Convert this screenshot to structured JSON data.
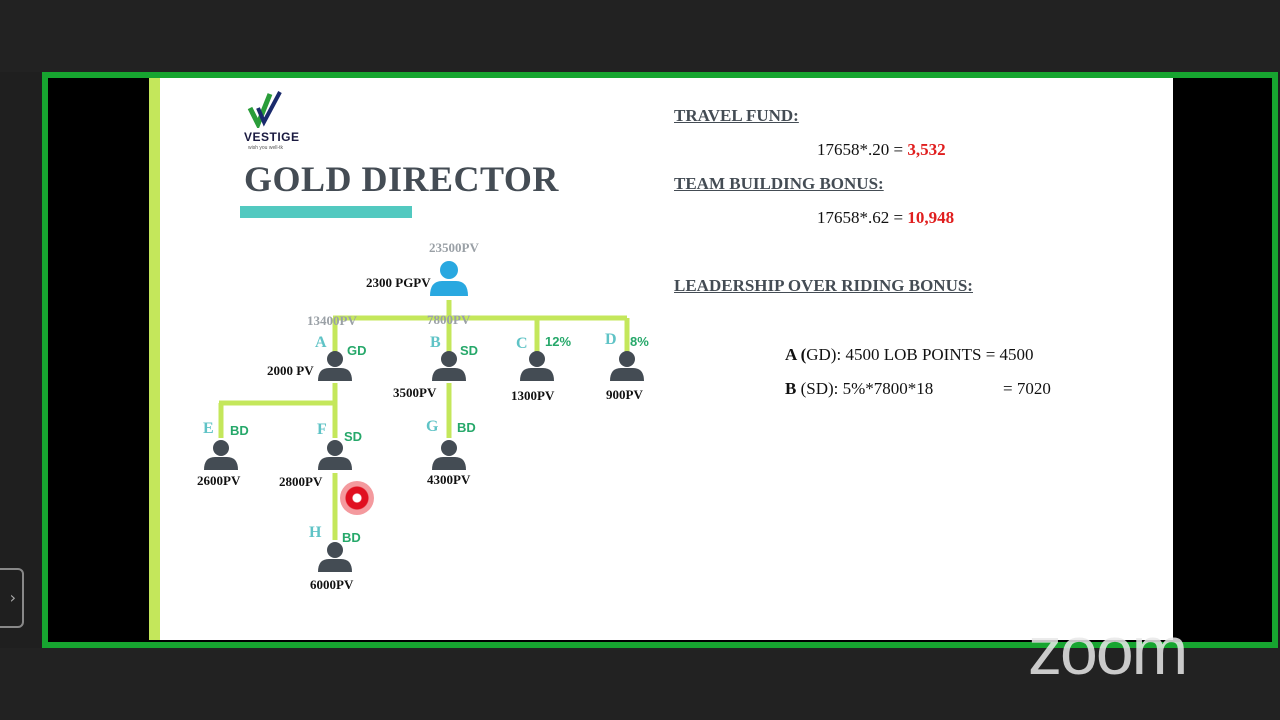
{
  "slide": {
    "logo_text": "VESTIGE",
    "logo_tagline": "wish you well-tk",
    "title": "GOLD DIRECTOR"
  },
  "tree": {
    "root": {
      "group_pv": "23500PV",
      "pgpv": "2300 PGPV"
    },
    "a": {
      "letter": "A",
      "rank": "GD",
      "pv": "2000 PV",
      "group_pv": "13400PV"
    },
    "b": {
      "letter": "B",
      "rank": "SD",
      "pv": "3500PV",
      "group_pv": "7800PV"
    },
    "c": {
      "letter": "C",
      "rank": "12%",
      "pv": "1300PV"
    },
    "d": {
      "letter": "D",
      "rank": "8%",
      "pv": "900PV"
    },
    "e": {
      "letter": "E",
      "rank": "BD",
      "pv": "2600PV"
    },
    "f": {
      "letter": "F",
      "rank": "SD",
      "pv": "2800PV"
    },
    "g": {
      "letter": "G",
      "rank": "BD",
      "pv": "4300PV"
    },
    "h": {
      "letter": "H",
      "rank": "BD",
      "pv": "6000PV"
    }
  },
  "bonuses": {
    "travel_fund": {
      "heading": "TRAVEL FUND:",
      "formula": "17658*.20 =",
      "result": "3,532"
    },
    "team_building": {
      "heading": "TEAM BUILDING BONUS:",
      "formula": "17658*.62 =",
      "result": "10,948"
    },
    "lob": {
      "heading": "LEADERSHIP OVER RIDING BONUS:",
      "line_a": {
        "letter": "A (",
        "text": "GD): 4500 LOB POINTS = 4500"
      },
      "line_b": {
        "letter": "B",
        "text": " (SD):  5%*7800*18",
        "result": "= 7020"
      }
    }
  },
  "overlay": {
    "zoom_watermark": "zoom",
    "side_button_icon": "chevron-right-icon"
  },
  "colors": {
    "frame_green": "#17a530",
    "tree_line": "#c4e75b",
    "rank_green": "#26a86a",
    "letter_teal": "#5fc3c6",
    "result_red": "#e01e1e",
    "title_bar": "#52c9c0"
  }
}
